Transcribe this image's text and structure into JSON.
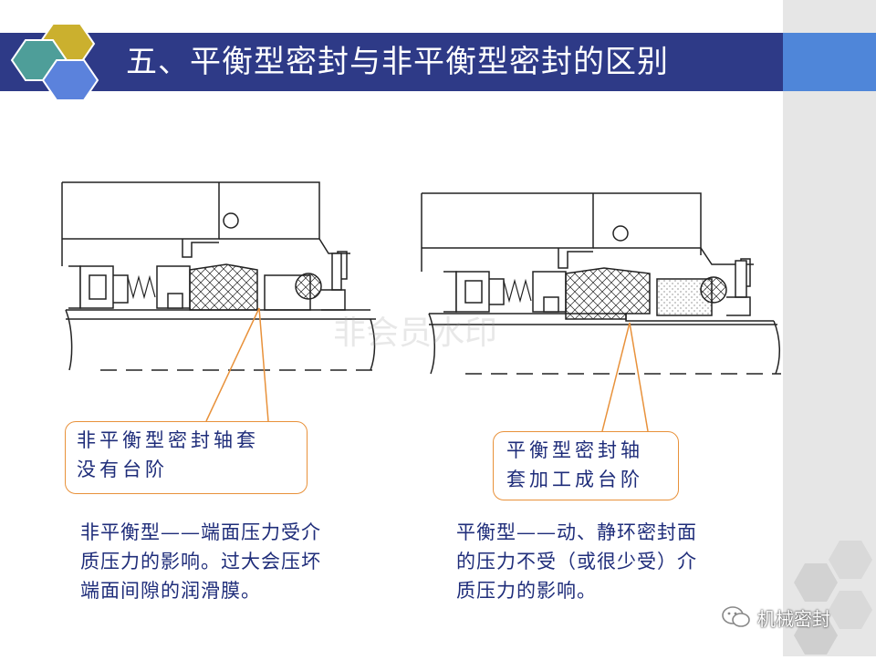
{
  "title": "五、平衡型密封与非平衡型密封的区别",
  "callouts": {
    "left_line1": "非平衡型密封轴套",
    "left_line2": "没有台阶",
    "right_line1": "平衡型密封轴",
    "right_line2": "套加工成台阶"
  },
  "descriptions": {
    "left_line1": "非平衡型——端面压力受介",
    "left_line2": "质压力的影响。过大会压坏",
    "left_line3": "端面间隙的润滑膜。",
    "right_line1": "平衡型——动、静环密封面",
    "right_line2": "的压力不受（或很少受）介",
    "right_line3": "质压力的影响。"
  },
  "watermark": "非会员水印",
  "brand": "机械密封",
  "colors": {
    "title_bar": "#2e3a87",
    "title_accent": "#4f86d9",
    "callout_border": "#e8913a",
    "text": "#1f2d7a"
  },
  "icons": [
    "hexagon-teal-icon",
    "hexagon-yellow-icon",
    "hexagon-blue-icon",
    "wechat-icon"
  ]
}
